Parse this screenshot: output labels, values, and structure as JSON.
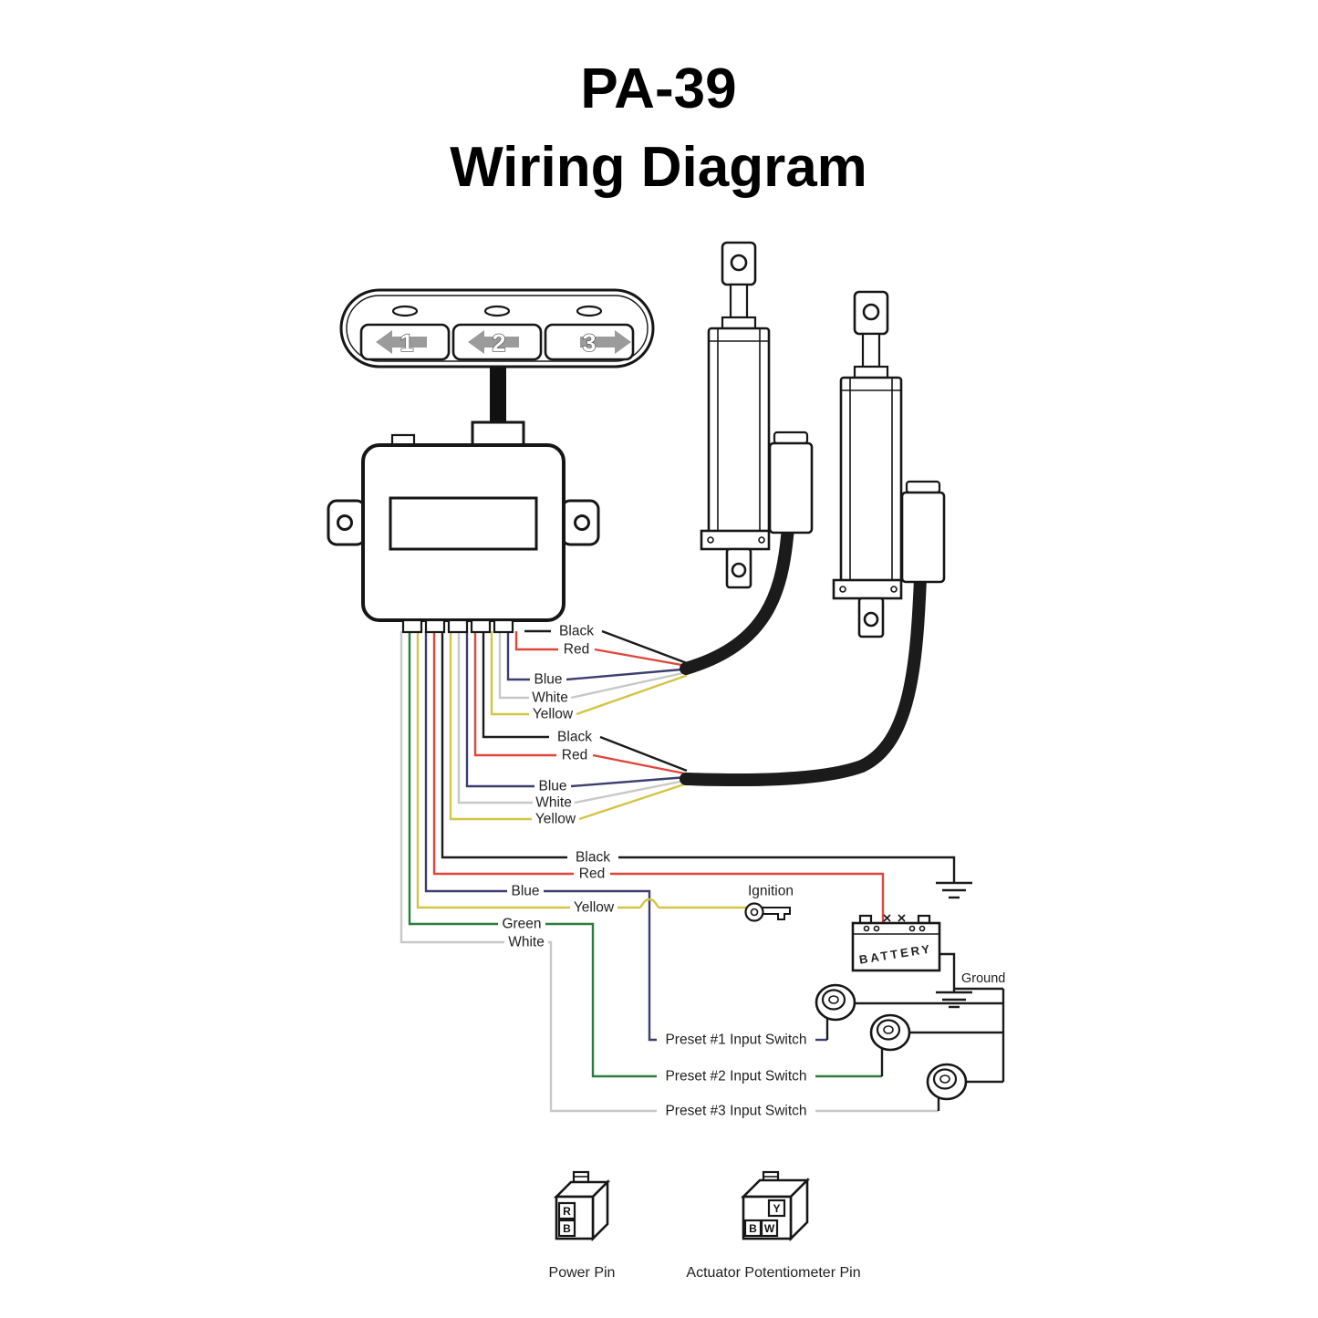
{
  "title": {
    "line1": "PA-39",
    "line2": "Wiring Diagram"
  },
  "colors": {
    "black": "#1b1b1b",
    "red": "#e0453a",
    "blue": "#3c3e70",
    "white_wire": "#c8c8c8",
    "yellow": "#d2c544",
    "green": "#2a7d3f",
    "arrow_gray": "#9b9b9b"
  },
  "switch_panel": {
    "button1": "1",
    "button2": "2",
    "button3": "3"
  },
  "wires": {
    "group1": [
      "Black",
      "Red",
      "Blue",
      "White",
      "Yellow"
    ],
    "group2": [
      "Black",
      "Red",
      "Blue",
      "White",
      "Yellow"
    ],
    "power": {
      "black": "Black",
      "red": "Red",
      "blue": "Blue",
      "yellow": "Yellow",
      "green": "Green",
      "white": "White"
    }
  },
  "ignition": {
    "label": "Ignition"
  },
  "battery": {
    "label": "BATTERY"
  },
  "ground": {
    "label": "Ground"
  },
  "presets": [
    "Preset #1 Input Switch",
    "Preset #2 Input Switch",
    "Preset #3 Input Switch"
  ],
  "legend": {
    "power_pin": {
      "label": "Power Pin",
      "pins": [
        "R",
        "B"
      ]
    },
    "pot_pin": {
      "label": "Actuator Potentiometer Pin",
      "pins": [
        "Y",
        "B",
        "W"
      ]
    }
  }
}
